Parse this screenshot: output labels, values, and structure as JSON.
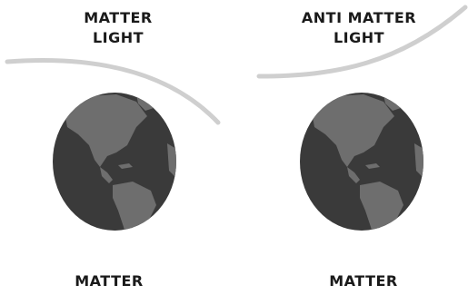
{
  "left_panel": {
    "top_label_line1": "MATTER",
    "top_label_line2": "LIGHT",
    "bottom_label": "MATTER"
  },
  "right_panel": {
    "top_label_line1": "ANTI MATTER",
    "top_label_line2": "LIGHT",
    "bottom_label": "MATTER"
  },
  "colors": {
    "light_path": "#cfcfcf",
    "ocean": "#3a3a3a",
    "land": "#6e6e6e",
    "label_text": "#1a1a1a"
  },
  "icons": {
    "globe": "earth-globe-icon"
  }
}
